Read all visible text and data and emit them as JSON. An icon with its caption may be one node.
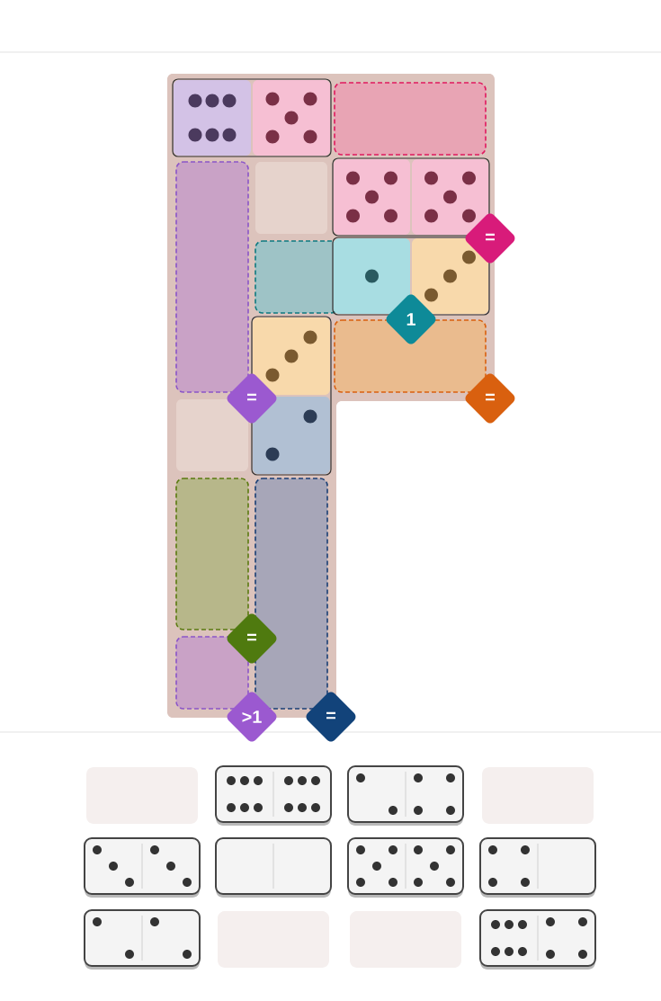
{
  "diagram": {
    "nodes": [
      {
        "text": [],
        "shape": "box"
      },
      {
        "text": [],
        "shape": "box"
      },
      {
        "text": [
          "="
        ]
      },
      {
        "text": [],
        "shape": "box"
      },
      {
        "text": [],
        "shape": "box"
      },
      {
        "text": [
          "1"
        ]
      },
      {
        "text": [
          "="
        ]
      },
      {
        "text": [
          "="
        ]
      },
      {
        "text": [],
        "shape": "box"
      },
      {
        "text": [],
        "shape": "box"
      },
      {
        "text": [
          "="
        ]
      },
      {
        "text": [],
        "shape": "box"
      },
      {
        "text": [
          ">1"
        ]
      },
      {
        "text": [
          "="
        ]
      }
    ]
  }
}
